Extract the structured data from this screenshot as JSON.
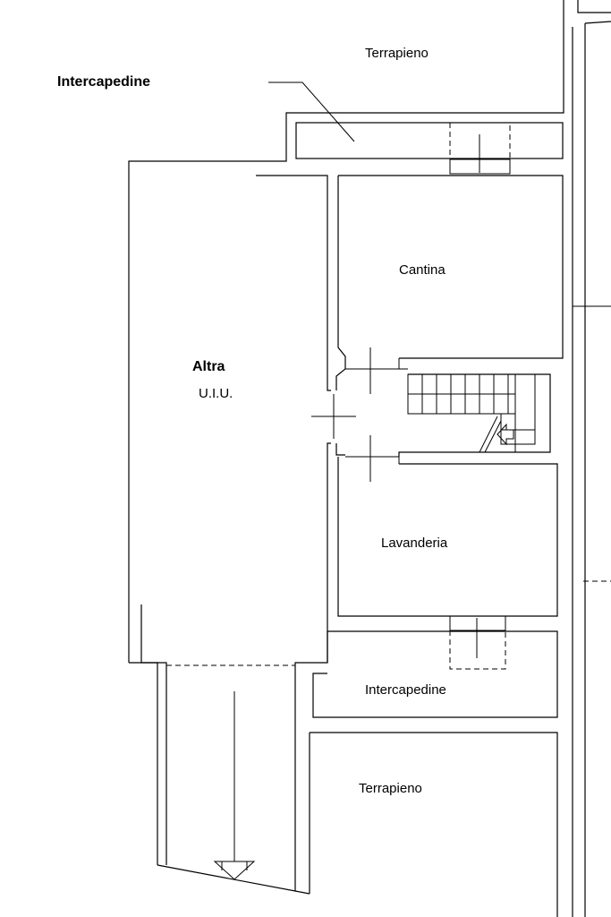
{
  "labels": {
    "terrapieno_top": "Terrapieno",
    "intercapedine_top": "Intercapedine",
    "cantina": "Cantina",
    "altra_line1": "Altra",
    "altra_line2": "U.I.U.",
    "lavanderia": "Lavanderia",
    "intercapedine_bottom": "Intercapedine",
    "terrapieno_bottom": "Terrapieno"
  }
}
